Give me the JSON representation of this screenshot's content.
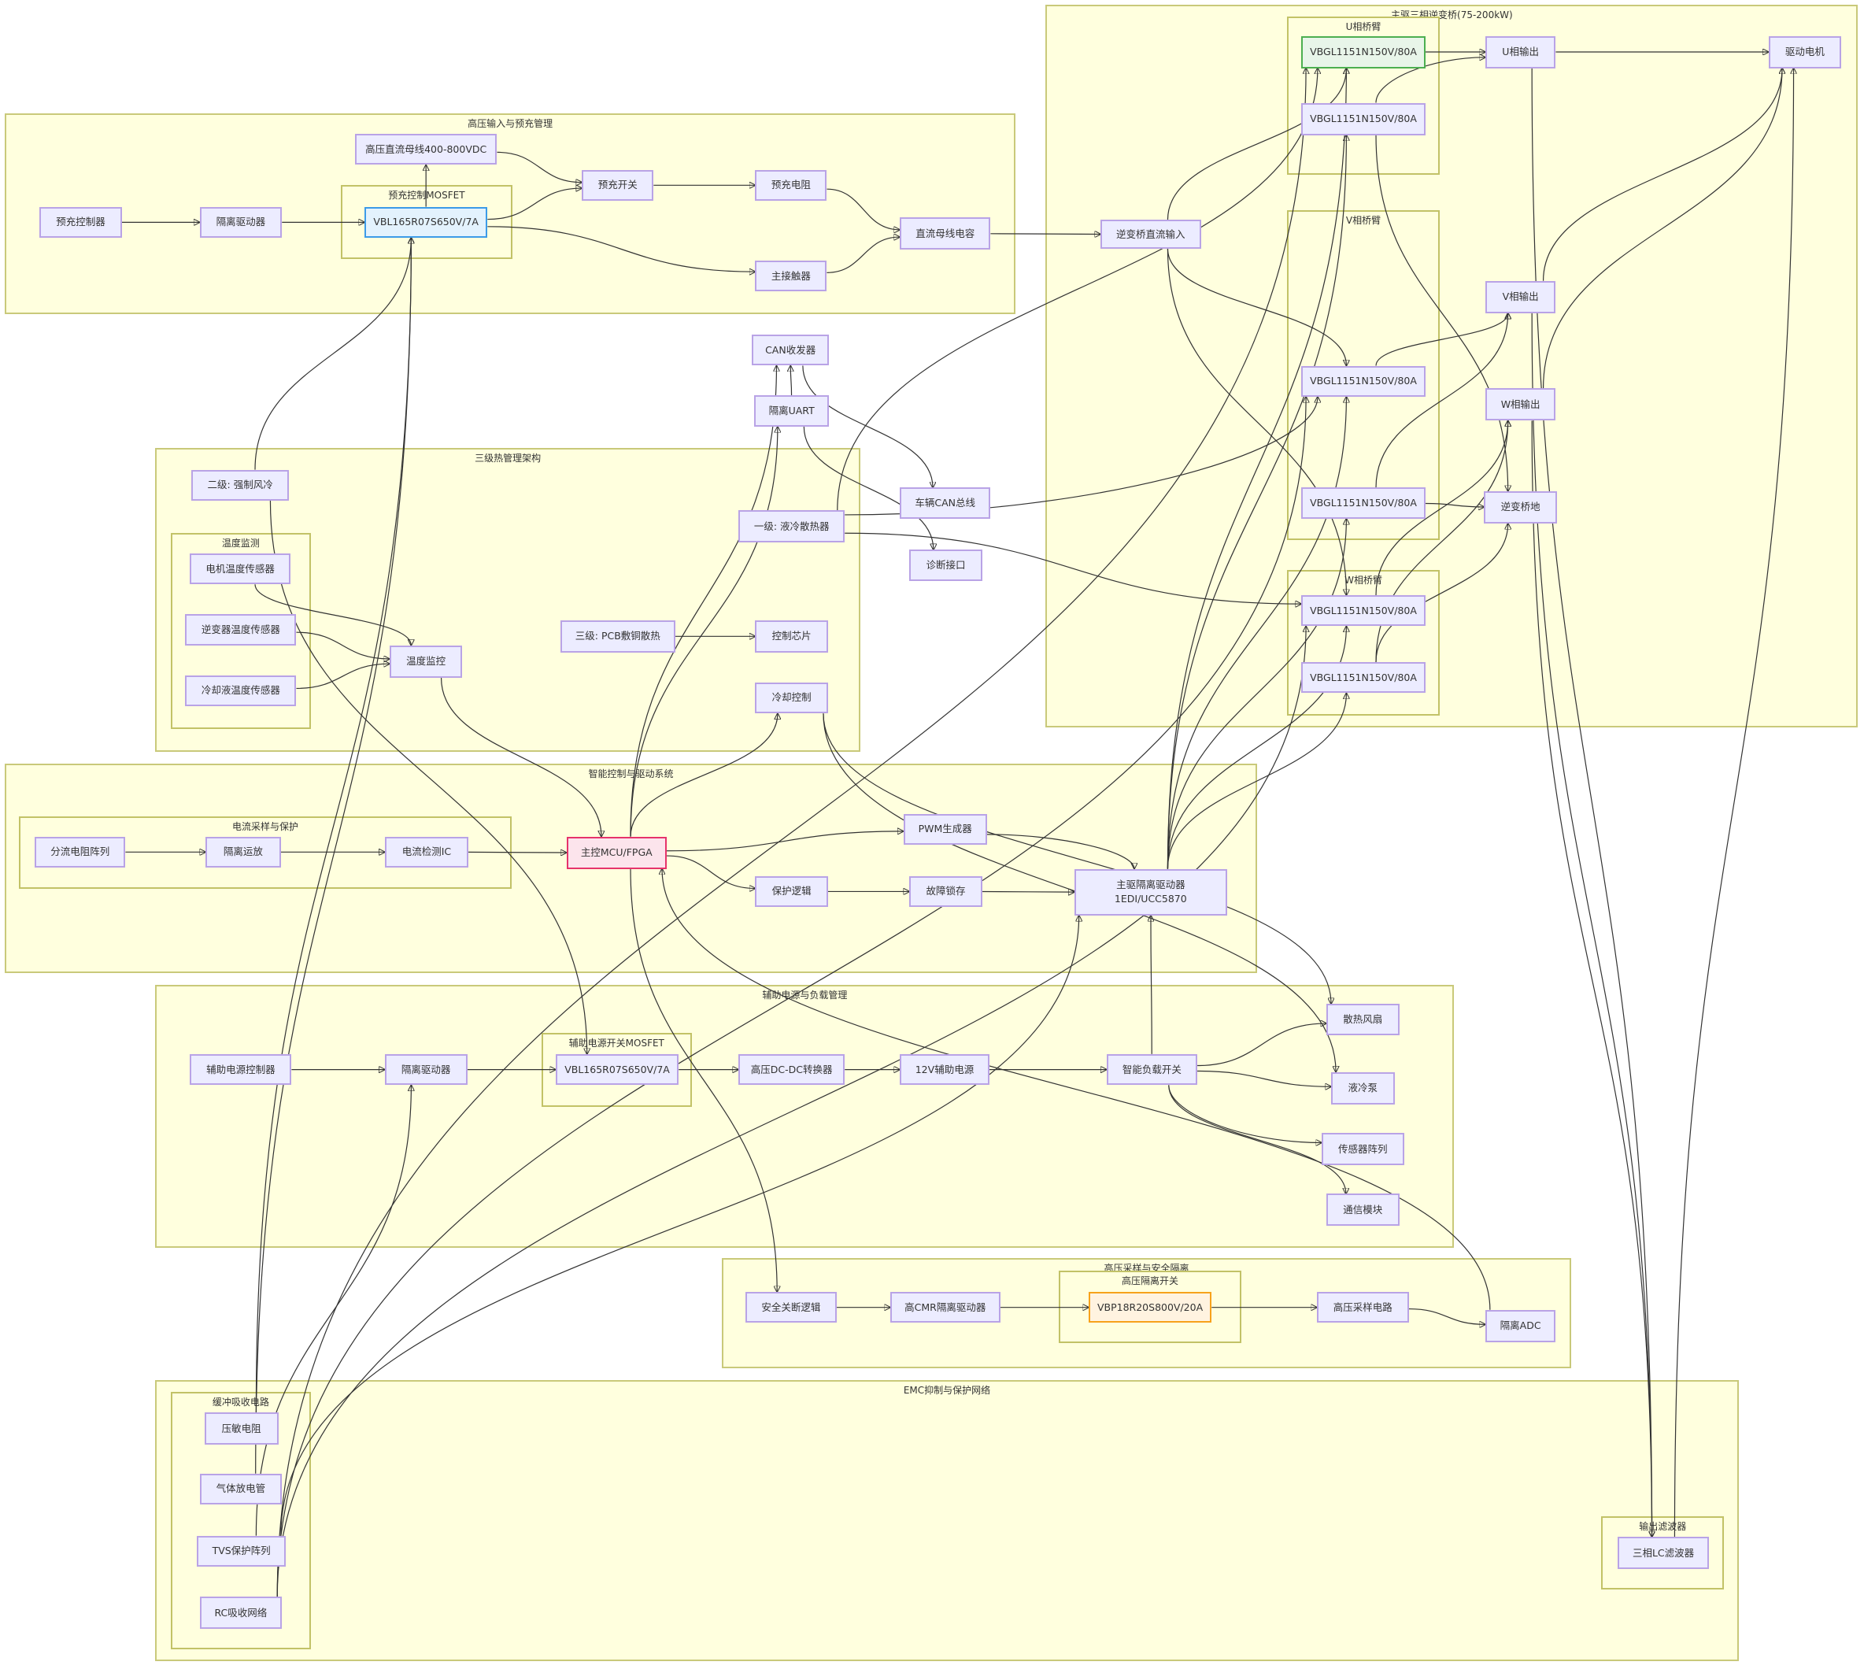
{
  "clusters": {
    "hv_input": "高压输入与预充管理",
    "precharge_mosfet": "预充控制MOSFET",
    "inverter": "主驱三相逆变桥(75-200kW)",
    "u_arm": "U相桥臂",
    "v_arm": "V相桥臂",
    "w_arm": "W相桥臂",
    "thermal": "三级热管理架构",
    "temp_monitor": "温度监测",
    "control": "智能控制与驱动系统",
    "current_sense": "电流采样与保护",
    "aux_power": "辅助电源与负载管理",
    "aux_mosfet": "辅助电源开关MOSFET",
    "hv_sample": "高压采样与安全隔离",
    "hv_iso_switch": "高压隔离开关",
    "emc": "EMC抑制与保护网络",
    "snubber": "缓冲吸收电路",
    "output_filter": "输出滤波器"
  },
  "nodes": {
    "pre_ctrl": "预充控制器",
    "pre_drv": "隔离驱动器",
    "pre_mos": "VBL165R07S650V/7A",
    "hv_bus": "高压直流母线400-800VDC",
    "pre_sw": "预充开关",
    "pre_res": "预充电阻",
    "main_cont": "主接触器",
    "dc_cap": "直流母线电容",
    "inv_dc_in": "逆变桥直流输入",
    "u_hi": "VBGL1151N150V/80A",
    "u_lo": "VBGL1151N150V/80A",
    "v_hi": "VBGL1151N150V/80A",
    "v_lo": "VBGL1151N150V/80A",
    "w_hi": "VBGL1151N150V/80A",
    "w_lo": "VBGL1151N150V/80A",
    "u_out": "U相输出",
    "v_out": "V相输出",
    "w_out": "W相输出",
    "inv_gnd": "逆变桥地",
    "motor": "驱动电机",
    "can_xcvr": "CAN收发器",
    "iso_uart": "隔离UART",
    "veh_can": "车辆CAN总线",
    "diag": "诊断接口",
    "air_cool": "二级: 强制风冷",
    "liquid_cool": "一级: 液冷散热器",
    "motor_temp": "电机温度传感器",
    "inv_temp": "逆变器温度传感器",
    "coolant_temp": "冷却液温度传感器",
    "temp_ctrl": "温度监控",
    "pcb_cool": "三级: PCB敷铜散热",
    "ctrl_chip": "控制芯片",
    "cool_ctrl": "冷却控制",
    "shunt": "分流电阻阵列",
    "iso_amp": "隔离运放",
    "cur_ic": "电流检测IC",
    "mcu": "主控MCU/FPGA",
    "pwm": "PWM生成器",
    "protect": "保护逻辑",
    "fault_latch": "故障锁存",
    "gate_drv": "主驱隔离驱动器\n1EDI/UCC5870",
    "aux_ctrl": "辅助电源控制器",
    "aux_drv": "隔离驱动器",
    "aux_mos": "VBL165R07S650V/7A",
    "dcdc": "高压DC-DC转换器",
    "aux12v": "12V辅助电源",
    "load_sw": "智能负载开关",
    "fan": "散热风扇",
    "pump": "液冷泵",
    "sensors": "传感器阵列",
    "comm": "通信模块",
    "safety": "安全关断逻辑",
    "cmr_drv": "高CMR隔离驱动器",
    "hv_mos": "VBP18R20S800V/20A",
    "hv_sample_ckt": "高压采样电路",
    "iso_adc": "隔离ADC",
    "varistor": "压敏电阻",
    "gdt": "气体放电管",
    "tvs": "TVS保护阵列",
    "rc": "RC吸收网络",
    "lc_filter": "三相LC滤波器"
  },
  "edges": [
    [
      "pre_ctrl",
      "pre_drv"
    ],
    [
      "pre_drv",
      "pre_mos"
    ],
    [
      "pre_mos",
      "hv_bus"
    ],
    [
      "hv_bus",
      "pre_sw"
    ],
    [
      "pre_mos",
      "pre_sw"
    ],
    [
      "pre_sw",
      "pre_res"
    ],
    [
      "pre_res",
      "dc_cap"
    ],
    [
      "pre_mos",
      "main_cont"
    ],
    [
      "main_cont",
      "dc_cap"
    ],
    [
      "dc_cap",
      "inv_dc_in"
    ],
    [
      "inv_dc_in",
      "u_hi"
    ],
    [
      "inv_dc_in",
      "v_hi"
    ],
    [
      "inv_dc_in",
      "w_hi"
    ],
    [
      "u_hi",
      "u_out"
    ],
    [
      "u_lo",
      "u_out"
    ],
    [
      "v_hi",
      "v_out"
    ],
    [
      "v_lo",
      "v_out"
    ],
    [
      "w_hi",
      "w_out"
    ],
    [
      "w_lo",
      "w_out"
    ],
    [
      "u_lo",
      "inv_gnd"
    ],
    [
      "v_lo",
      "inv_gnd"
    ],
    [
      "w_lo",
      "inv_gnd"
    ],
    [
      "u_out",
      "motor"
    ],
    [
      "v_out",
      "motor"
    ],
    [
      "w_out",
      "motor"
    ],
    [
      "shunt",
      "iso_amp"
    ],
    [
      "iso_amp",
      "cur_ic"
    ],
    [
      "cur_ic",
      "mcu"
    ],
    [
      "mcu",
      "pwm"
    ],
    [
      "pwm",
      "gate_drv"
    ],
    [
      "mcu",
      "protect"
    ],
    [
      "protect",
      "fault_latch"
    ],
    [
      "fault_latch",
      "gate_drv"
    ],
    [
      "gate_drv",
      "u_hi"
    ],
    [
      "gate_drv",
      "u_lo"
    ],
    [
      "gate_drv",
      "v_hi"
    ],
    [
      "gate_drv",
      "v_lo"
    ],
    [
      "gate_drv",
      "w_hi"
    ],
    [
      "gate_drv",
      "w_lo"
    ],
    [
      "motor_temp",
      "temp_ctrl"
    ],
    [
      "inv_temp",
      "temp_ctrl"
    ],
    [
      "coolant_temp",
      "temp_ctrl"
    ],
    [
      "temp_ctrl",
      "mcu"
    ],
    [
      "mcu",
      "cool_ctrl"
    ],
    [
      "cool_ctrl",
      "fan"
    ],
    [
      "cool_ctrl",
      "pump"
    ],
    [
      "liquid_cool",
      "u_hi"
    ],
    [
      "liquid_cool",
      "v_hi"
    ],
    [
      "liquid_cool",
      "w_hi"
    ],
    [
      "air_cool",
      "pre_mos"
    ],
    [
      "air_cool",
      "aux_mos"
    ],
    [
      "pcb_cool",
      "ctrl_chip"
    ],
    [
      "aux_ctrl",
      "aux_drv"
    ],
    [
      "aux_drv",
      "aux_mos"
    ],
    [
      "aux_mos",
      "dcdc"
    ],
    [
      "dcdc",
      "aux12v"
    ],
    [
      "aux12v",
      "load_sw"
    ],
    [
      "load_sw",
      "fan"
    ],
    [
      "load_sw",
      "pump"
    ],
    [
      "load_sw",
      "sensors"
    ],
    [
      "load_sw",
      "comm"
    ],
    [
      "load_sw",
      "gate_drv"
    ],
    [
      "mcu",
      "iso_uart"
    ],
    [
      "mcu",
      "can_xcvr"
    ],
    [
      "iso_uart",
      "can_xcvr"
    ],
    [
      "can_xcvr",
      "veh_can"
    ],
    [
      "iso_uart",
      "diag"
    ],
    [
      "mcu",
      "safety"
    ],
    [
      "safety",
      "cmr_drv"
    ],
    [
      "cmr_drv",
      "hv_mos"
    ],
    [
      "hv_mos",
      "hv_sample_ckt"
    ],
    [
      "hv_sample_ckt",
      "iso_adc"
    ],
    [
      "iso_adc",
      "mcu"
    ],
    [
      "varistor",
      "pre_mos"
    ],
    [
      "gdt",
      "pre_mos"
    ],
    [
      "tvs",
      "aux_drv"
    ],
    [
      "tvs",
      "gate_drv"
    ],
    [
      "rc",
      "u_hi"
    ],
    [
      "rc",
      "v_hi"
    ],
    [
      "rc",
      "w_hi"
    ],
    [
      "u_out",
      "lc_filter"
    ],
    [
      "v_out",
      "lc_filter"
    ],
    [
      "w_out",
      "lc_filter"
    ],
    [
      "lc_filter",
      "motor"
    ]
  ]
}
